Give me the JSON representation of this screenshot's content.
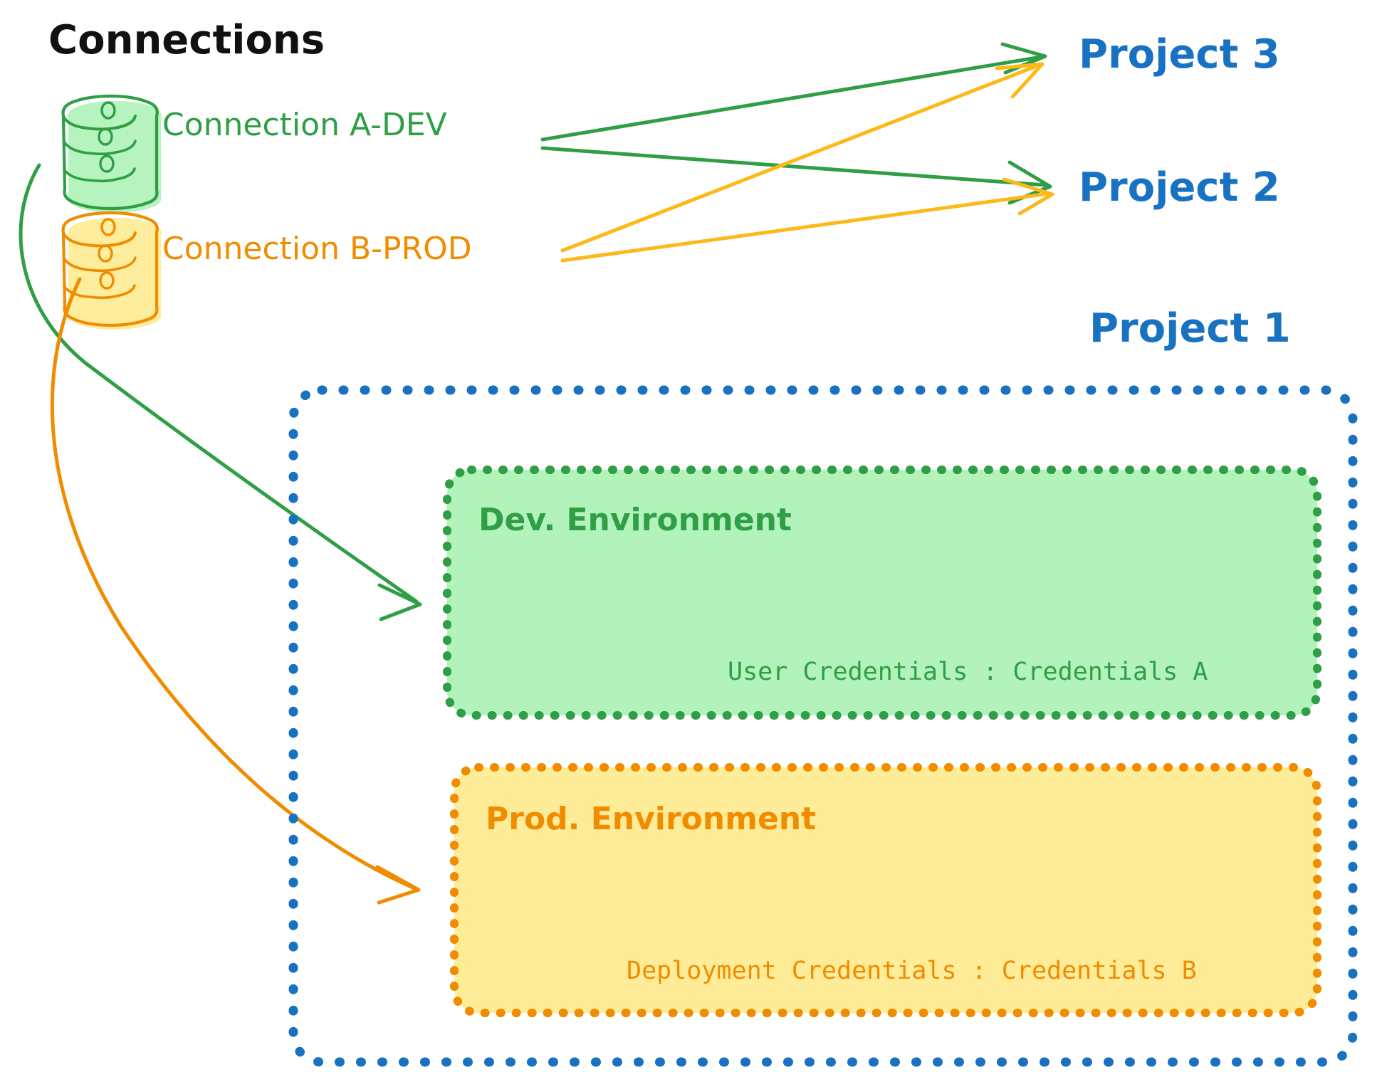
{
  "page": {
    "title": "Connections",
    "background": "#ffffff"
  },
  "colors": {
    "title_text": "#111111",
    "green_stroke": "#2f9e44",
    "green_text": "#2f9e44",
    "green_fill": "#b2f2bb",
    "orange_stroke": "#f08c00",
    "orange_text": "#f08c00",
    "orange_fill": "#ffec99",
    "blue": "#1971c2",
    "project_text": "#1971c2"
  },
  "connections": [
    {
      "id": "a-dev",
      "label": "Connection A-DEV",
      "icon": "database-icon",
      "color": "#2f9e44",
      "fill": "#b2f2bb"
    },
    {
      "id": "b-prod",
      "label": "Connection B-PROD",
      "icon": "database-icon",
      "color": "#f08c00",
      "fill": "#ffec99"
    }
  ],
  "projects": [
    {
      "id": "project-3",
      "label": "Project 3"
    },
    {
      "id": "project-2",
      "label": "Project 2"
    },
    {
      "id": "project-1",
      "label": "Project 1"
    }
  ],
  "project1": {
    "label": "Project 1",
    "environments": [
      {
        "id": "dev-environment",
        "title": "Dev. Environment",
        "credential_label": "User Credentials",
        "credential_separator": ":",
        "credential_value": "Credentials A",
        "credential_line": "User Credentials : Credentials A",
        "color": "#2f9e44",
        "fill": "#b2f2bb"
      },
      {
        "id": "prod-environment",
        "title": "Prod. Environment",
        "credential_label": "Deployment Credentials",
        "credential_separator": ":",
        "credential_value": "Credentials B",
        "credential_line": "Deployment Credentials : Credentials B",
        "color": "#f08c00",
        "fill": "#ffec99"
      }
    ]
  },
  "edges": [
    {
      "id": "edge-a-dev-to-project-3",
      "from": "Connection A-DEV",
      "to": "Project 3",
      "color": "#2f9e44"
    },
    {
      "id": "edge-a-dev-to-project-2",
      "from": "Connection A-DEV",
      "to": "Project 2",
      "color": "#2f9e44"
    },
    {
      "id": "edge-b-prod-to-project-3",
      "from": "Connection B-PROD",
      "to": "Project 3",
      "color": "#f08c00"
    },
    {
      "id": "edge-b-prod-to-project-2",
      "from": "Connection B-PROD",
      "to": "Project 2",
      "color": "#f08c00"
    },
    {
      "id": "edge-a-dev-to-dev-environment",
      "from": "Connection A-DEV",
      "to": "Dev. Environment",
      "color": "#2f9e44"
    },
    {
      "id": "edge-b-prod-to-prod-environment",
      "from": "Connection B-PROD",
      "to": "Prod. Environment",
      "color": "#f08c00"
    }
  ]
}
